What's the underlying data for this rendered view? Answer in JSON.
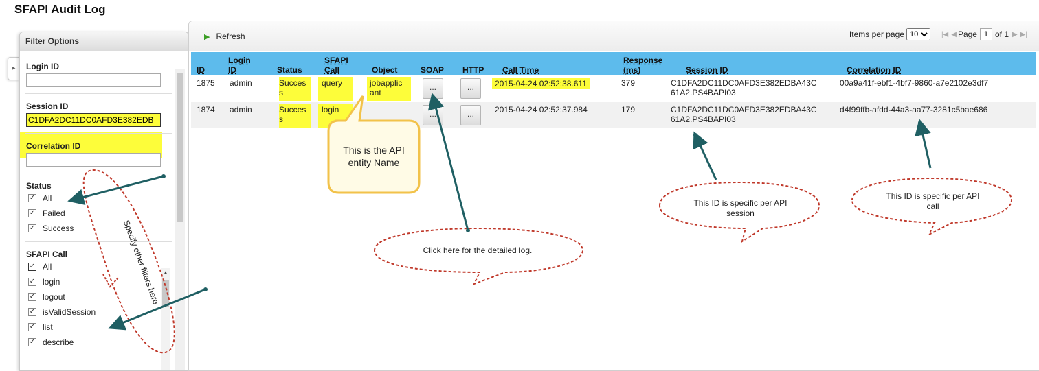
{
  "page": {
    "title": "SFAPI Audit Log"
  },
  "filter": {
    "header": "Filter Options",
    "login_id_label": "Login ID",
    "login_id_value": "",
    "session_id_label": "Session ID",
    "session_id_value": "C1DFA2DC11DC0AFD3E382EDB",
    "correlation_id_label": "Correlation ID",
    "correlation_id_value": "",
    "status_label": "Status",
    "status_items": [
      {
        "label": "All",
        "checked": true
      },
      {
        "label": "Failed",
        "checked": true
      },
      {
        "label": "Success",
        "checked": true
      }
    ],
    "sfapi_label": "SFAPI Call",
    "sfapi_items": [
      {
        "label": "All",
        "checked": true
      },
      {
        "label": "login",
        "checked": true
      },
      {
        "label": "logout",
        "checked": true
      },
      {
        "label": "isValidSession",
        "checked": true
      },
      {
        "label": "list",
        "checked": true
      },
      {
        "label": "describe",
        "checked": true
      }
    ]
  },
  "toolbar": {
    "refresh_label": "Refresh",
    "items_per_page_label": "Items per page",
    "items_per_page_value": "10",
    "page_label": "Page",
    "page_value": "1",
    "of_label": "of 1"
  },
  "grid": {
    "columns": {
      "id": "ID",
      "login_id_1": "Login",
      "login_id_2": "ID",
      "status": "Status",
      "sfapi_1": "SFAPI",
      "sfapi_2": "Call",
      "object": "Object",
      "soap": "SOAP",
      "http": "HTTP",
      "call_time": "Call Time",
      "response_1": "Response",
      "response_2": "(ms)",
      "session_id": "Session ID",
      "correlation_id": "Correlation ID"
    },
    "rows": [
      {
        "id": "1875",
        "login_id": "admin",
        "status_1": "Succes",
        "status_2": "s",
        "call": "query",
        "object_1": "jobapplic",
        "object_2": "ant",
        "soap": "...",
        "http": "...",
        "call_time": "2015-04-24 02:52:38.611",
        "response": "379",
        "session_1": "C1DFA2DC11DC0AFD3E382EDBA43C",
        "session_2": "61A2.PS4BAPI03",
        "correlation": "00a9a41f-ebf1-4bf7-9860-a7e2102e3df7"
      },
      {
        "id": "1874",
        "login_id": "admin",
        "status_1": "Succes",
        "status_2": "s",
        "call": "login",
        "object_1": "",
        "object_2": "",
        "soap": "...",
        "http": "...",
        "call_time": "2015-04-24 02:52:37.984",
        "response": "179",
        "session_1": "C1DFA2DC11DC0AFD3E382EDBA43C",
        "session_2": "61A2.PS4BAPI03",
        "correlation": "d4f99ffb-afdd-44a3-aa77-3281c5bae686"
      }
    ]
  },
  "annotations": {
    "api_entity_1": "This is the API",
    "api_entity_2": "entity Name",
    "detailed_log": "Click here for the detailed log.",
    "session_note_1": "This ID is specific per API",
    "session_note_2": "session",
    "call_note_1": "This ID is specific per API",
    "call_note_2": "call",
    "filters_note": "Specify other filters here"
  },
  "colors": {
    "header_bg": "#5dbbec",
    "highlight": "#fdfd3a",
    "arrow": "#1f5f63",
    "callout_border": "#c0392b",
    "callout_yellow_border": "#f2c24a"
  }
}
